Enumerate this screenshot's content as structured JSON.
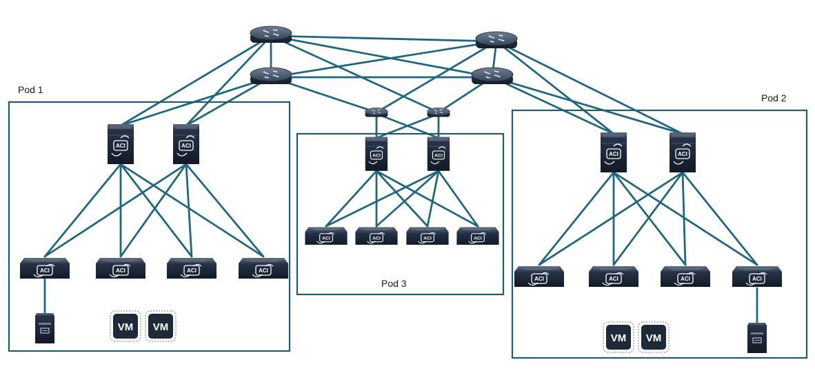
{
  "pods": [
    {
      "id": "pod1",
      "label": "Pod 1"
    },
    {
      "id": "pod2",
      "label": "Pod 2"
    },
    {
      "id": "pod3",
      "label": "Pod 3"
    }
  ],
  "device_labels": {
    "aci": "ACI",
    "vm": "VM"
  },
  "icons": {
    "router": "router-icon",
    "spine": "aci-spine-switch-icon",
    "leaf": "aci-leaf-switch-icon",
    "server": "server-icon",
    "vm": "virtual-machine-icon"
  },
  "colors": {
    "link": "#1f6680",
    "pod_border": "#1f5a6e",
    "device_dark": "#1e2a3a"
  }
}
